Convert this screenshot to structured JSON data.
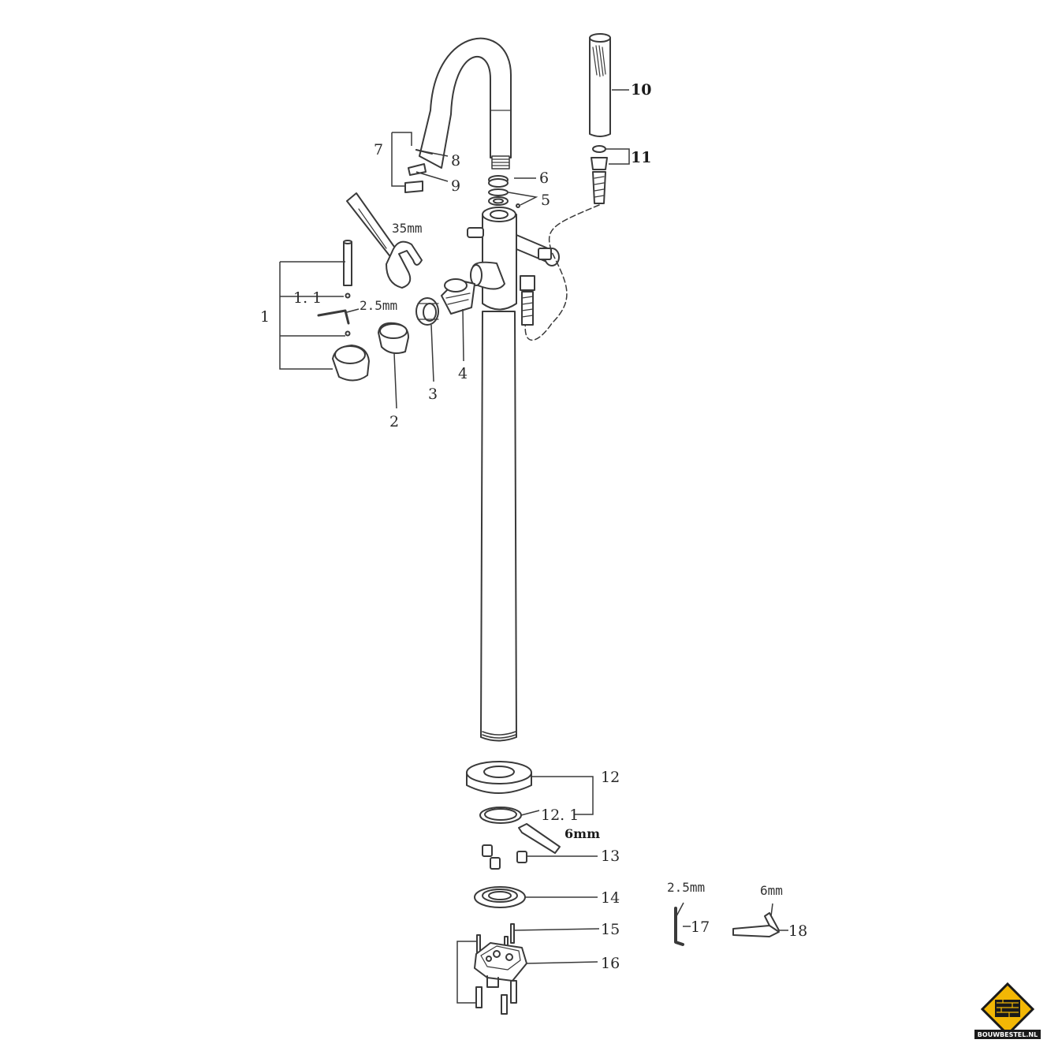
{
  "labels": {
    "p1": "1",
    "p1_1": "1. 1",
    "p2": "2",
    "p3": "3",
    "p4": "4",
    "p5": "5",
    "p6": "6",
    "p7": "7",
    "p8": "8",
    "p9": "9",
    "p10": "10",
    "p11": "11",
    "p12": "12",
    "p12_1": "12. 1",
    "p13": "13",
    "p14": "14",
    "p15": "15",
    "p16": "16",
    "p17": "17",
    "p18": "18"
  },
  "dimensions": {
    "wrench": "35mm",
    "hex_handle": "2.5mm",
    "hex_base": "6mm",
    "tool17": "2.5mm",
    "tool18": "6mm"
  },
  "logo": {
    "text": "BOUWBESTEL.NL",
    "color_yellow": "#f2b705",
    "color_dark": "#1a1a1a"
  },
  "colors": {
    "line": "#3a3a3a",
    "fill": "#ffffff"
  }
}
